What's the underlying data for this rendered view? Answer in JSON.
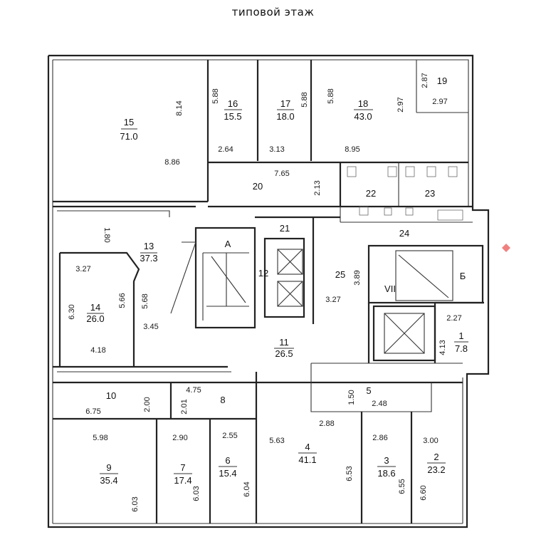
{
  "title": "типовой этаж",
  "rooms": [
    {
      "id": "15",
      "area": "71.0"
    },
    {
      "id": "16",
      "area": "15.5"
    },
    {
      "id": "17",
      "area": "18.0"
    },
    {
      "id": "18",
      "area": "43.0"
    },
    {
      "id": "19",
      "area": ""
    },
    {
      "id": "20",
      "area": ""
    },
    {
      "id": "21",
      "area": ""
    },
    {
      "id": "22",
      "area": ""
    },
    {
      "id": "23",
      "area": ""
    },
    {
      "id": "24",
      "area": ""
    },
    {
      "id": "25",
      "area": ""
    },
    {
      "id": "12",
      "area": ""
    },
    {
      "id": "13",
      "area": "37.3"
    },
    {
      "id": "14",
      "area": "26.0"
    },
    {
      "id": "11",
      "area": "26.5"
    },
    {
      "id": "1",
      "area": "7.8"
    },
    {
      "id": "10",
      "area": ""
    },
    {
      "id": "8",
      "area": ""
    },
    {
      "id": "5",
      "area": ""
    },
    {
      "id": "9",
      "area": "35.4"
    },
    {
      "id": "7",
      "area": "17.4"
    },
    {
      "id": "6",
      "area": "15.4"
    },
    {
      "id": "4",
      "area": "41.1"
    },
    {
      "id": "3",
      "area": "18.6"
    },
    {
      "id": "2",
      "area": "23.2"
    }
  ],
  "stairs": {
    "a": "А",
    "b": "Б",
    "vii": "VII"
  },
  "dims": [
    "8.14",
    "8.86",
    "5.88",
    "2.64",
    "5.88",
    "3.13",
    "5.88",
    "8.95",
    "2.97",
    "2.87",
    "2.97",
    "7.65",
    "2.13",
    "1.80",
    "3.27",
    "6.30",
    "5.66",
    "5.68",
    "3.45",
    "4.18",
    "3.89",
    "3.27",
    "2.27",
    "4.13",
    "4.75",
    "2.01",
    "2.00",
    "6.75",
    "1.50",
    "2.48",
    "5.98",
    "2.90",
    "2.55",
    "5.63",
    "2.88",
    "2.86",
    "3.00",
    "6.03",
    "6.03",
    "6.04",
    "6.53",
    "6.55",
    "6.60"
  ]
}
